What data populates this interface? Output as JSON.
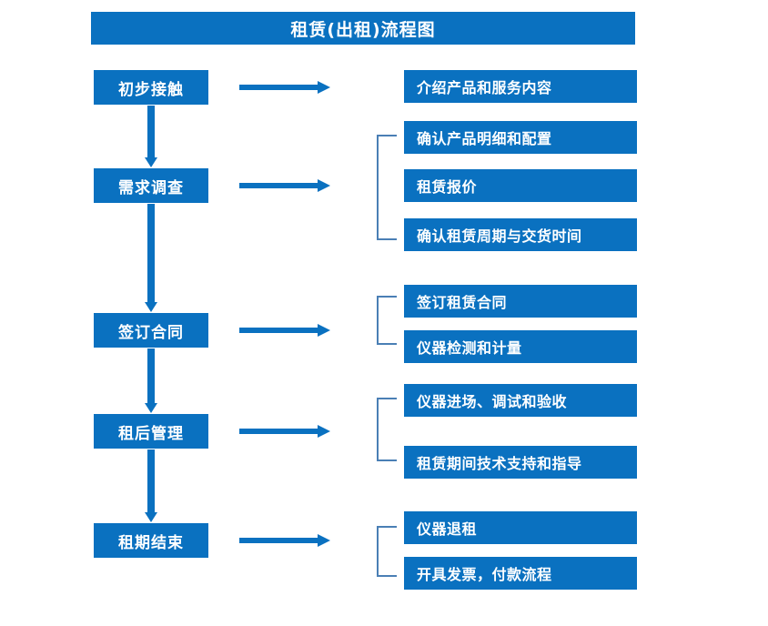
{
  "chart_data": {
    "type": "diagram",
    "title": "租赁(出租)流程图",
    "diagram_kind": "flowchart",
    "orientation": "vertical-with-side-details",
    "accent_color": "#0a71c0",
    "bracket_color": "#4a7fb5",
    "text_color": "#ffffff",
    "background_color": "#ffffff",
    "stages": [
      {
        "id": "stage-1",
        "label": "初步接触",
        "details": [
          "介绍产品和服务内容"
        ],
        "bracketed": false
      },
      {
        "id": "stage-2",
        "label": "需求调查",
        "details": [
          "确认产品明细和配置",
          "租赁报价",
          "确认租赁周期与交货时间"
        ],
        "bracketed": true
      },
      {
        "id": "stage-3",
        "label": "签订合同",
        "details": [
          "签订租赁合同",
          "仪器检测和计量"
        ],
        "bracketed": true
      },
      {
        "id": "stage-4",
        "label": "租后管理",
        "details": [
          "仪器进场、调试和验收",
          "租赁期间技术支持和指导"
        ],
        "bracketed": true
      },
      {
        "id": "stage-5",
        "label": "租期结束",
        "details": [
          "仪器退租",
          "开具发票，付款流程"
        ],
        "bracketed": true
      }
    ],
    "connectors": {
      "vertical_arrow_count": 4,
      "horizontal_arrow_count": 5,
      "arrow_direction_vertical": "down",
      "arrow_direction_horizontal": "right"
    }
  },
  "header": {
    "title": "租赁(出租)流程图"
  },
  "stages": {
    "s1": "初步接触",
    "s2": "需求调查",
    "s3": "签订合同",
    "s4": "租后管理",
    "s5": "租期结束"
  },
  "details": {
    "d1": "介绍产品和服务内容",
    "d2": "确认产品明细和配置",
    "d3": "租赁报价",
    "d4": "确认租赁周期与交货时间",
    "d5": "签订租赁合同",
    "d6": "仪器检测和计量",
    "d7": "仪器进场、调试和验收",
    "d8": "租赁期间技术支持和指导",
    "d9": "仪器退租",
    "d10": "开具发票，付款流程"
  }
}
